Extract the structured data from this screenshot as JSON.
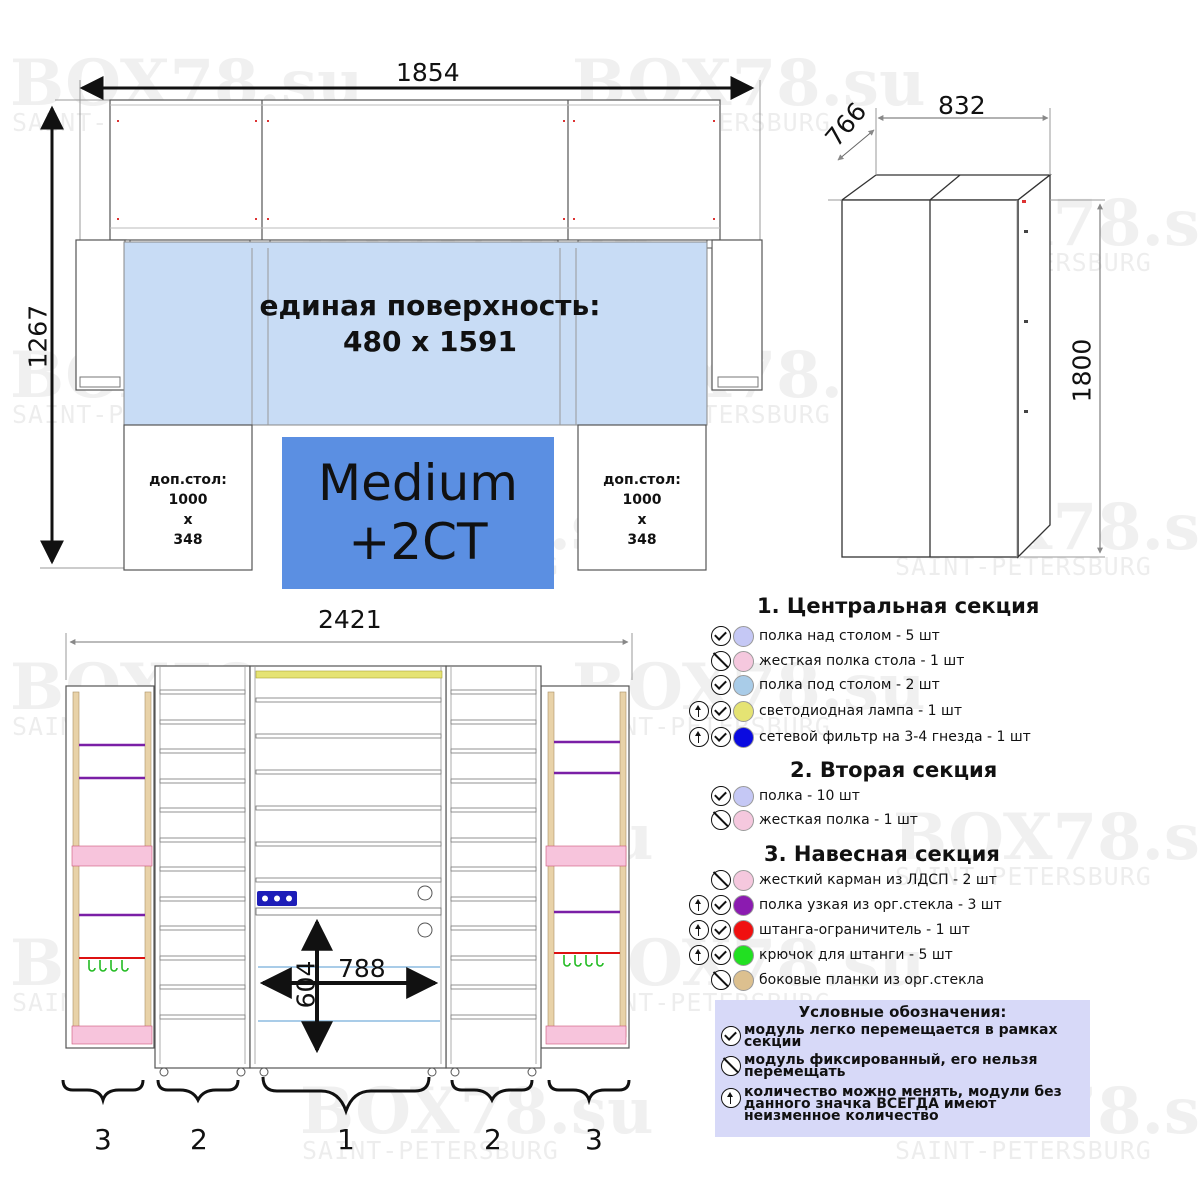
{
  "watermark": {
    "brand": "BOX78.su",
    "city": "SAINT-PETERSBURG"
  },
  "top_view": {
    "width_dim": "1854",
    "height_dim": "1267",
    "surface_text": "единая поверхность:\n480 х 1591",
    "add_table_left": "доп.стол:\n1000\nх\n348",
    "add_table_right": "доп.стол:\n1000\nх\n348",
    "surface_color": "#c8dcf5"
  },
  "badge": {
    "text": "Medium\n+2СТ",
    "color": "#5b8fe2"
  },
  "iso_view": {
    "depth_dim": "766",
    "width_dim": "832",
    "height_dim": "1800"
  },
  "front_view": {
    "width_dim": "2421",
    "desk_height_dim": "604",
    "desk_width_dim": "788",
    "braces": [
      "3",
      "2",
      "1",
      "2",
      "3"
    ]
  },
  "sections": [
    {
      "title": "1. Центральная секция",
      "items": [
        {
          "icons": [
            "check"
          ],
          "color": "#c5c8f5",
          "label": "полка над столом - 5 шт"
        },
        {
          "icons": [
            "noent"
          ],
          "color": "#f5c8de",
          "label": "жесткая полка стола - 1 шт"
        },
        {
          "icons": [
            "check"
          ],
          "color": "#a9cce8",
          "label": "полка под столом - 2 шт"
        },
        {
          "icons": [
            "upar",
            "check"
          ],
          "color": "#e5e373",
          "label": "светодиодная лампа - 1 шт"
        },
        {
          "icons": [
            "upar",
            "check"
          ],
          "color": "#0a0ae0",
          "label": "сетевой фильтр на 3-4 гнезда - 1 шт"
        }
      ]
    },
    {
      "title": "2. Вторая секция",
      "items": [
        {
          "icons": [
            "check"
          ],
          "color": "#c5c8f5",
          "label": "полка - 10 шт"
        },
        {
          "icons": [
            "noent"
          ],
          "color": "#f5c8de",
          "label": "жесткая полка - 1 шт"
        }
      ]
    },
    {
      "title": "3. Навесная секция",
      "items": [
        {
          "icons": [
            "noent"
          ],
          "color": "#f5c8de",
          "label": "жесткий карман из ЛДСП - 2 шт"
        },
        {
          "icons": [
            "upar",
            "check"
          ],
          "color": "#8b1bb0",
          "label": "полка узкая из орг.стекла - 3 шт"
        },
        {
          "icons": [
            "upar",
            "check"
          ],
          "color": "#f01010",
          "label": "штанга-ограничитель - 1 шт"
        },
        {
          "icons": [
            "upar",
            "check"
          ],
          "color": "#22e022",
          "label": "крючок для штанги - 5 шт"
        },
        {
          "icons": [
            "noent"
          ],
          "color": "#dcc08f",
          "label": "боковые планки из орг.стекла"
        }
      ]
    }
  ],
  "legend": {
    "title": "Условные обозначения:",
    "items": [
      {
        "icon": "check",
        "text": "модуль легко перемещается в рамках\nсекции"
      },
      {
        "icon": "noent",
        "text": "модуль фиксированный, его нельзя\nперемещать"
      },
      {
        "icon": "upar",
        "text": "количество можно менять, модули без\nданного значка ВСЕГДА имеют\nнеизменное количество"
      }
    ]
  }
}
